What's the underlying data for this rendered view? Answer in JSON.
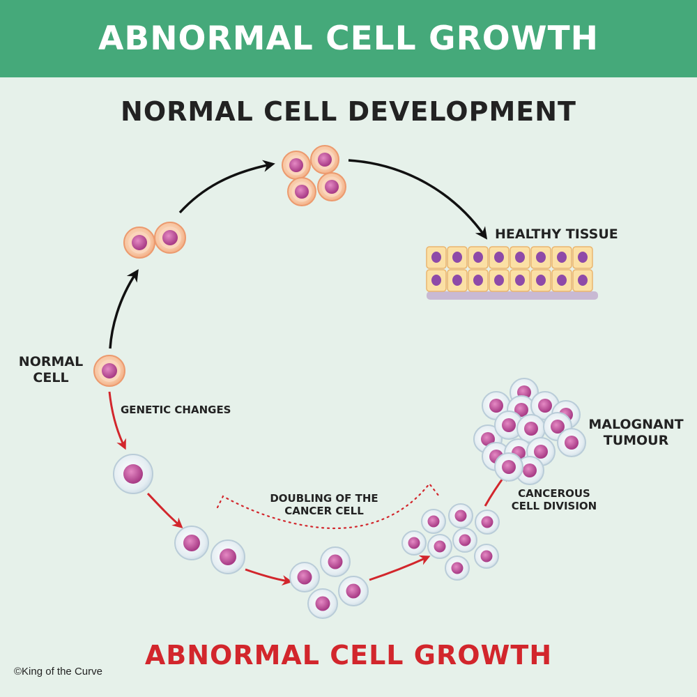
{
  "banner": {
    "title": "ABNORMAL CELL GROWTH"
  },
  "normal_heading": "NORMAL CELL DEVELOPMENT",
  "abnormal_heading": "ABNORMAL CELL GROWTH",
  "labels": {
    "normal_cell_line1": "NORMAL",
    "normal_cell_line2": "CELL",
    "healthy_tissue": "HEALTHY TISSUE",
    "genetic_changes": "GENETIC CHANGES",
    "doubling_line1": "DOUBLING OF THE",
    "doubling_line2": "CANCER CELL",
    "cancerous_line1": "CANCEROUS",
    "cancerous_line2": "CELL DIVISION",
    "malignant_line1": "MALOGNANT",
    "malignant_line2": "TUMOUR"
  },
  "copyright": "©King of the Curve",
  "colors": {
    "banner": "#45a97a",
    "background": "#e6f1ea",
    "normal_arrow": "#111111",
    "abnormal_arrow": "#d2262c",
    "normal_cell": "#f4b48e",
    "cancer_cell": "#dfe9ef",
    "nucleus": "#c44f9e",
    "tissue": "#fbe0a5"
  }
}
